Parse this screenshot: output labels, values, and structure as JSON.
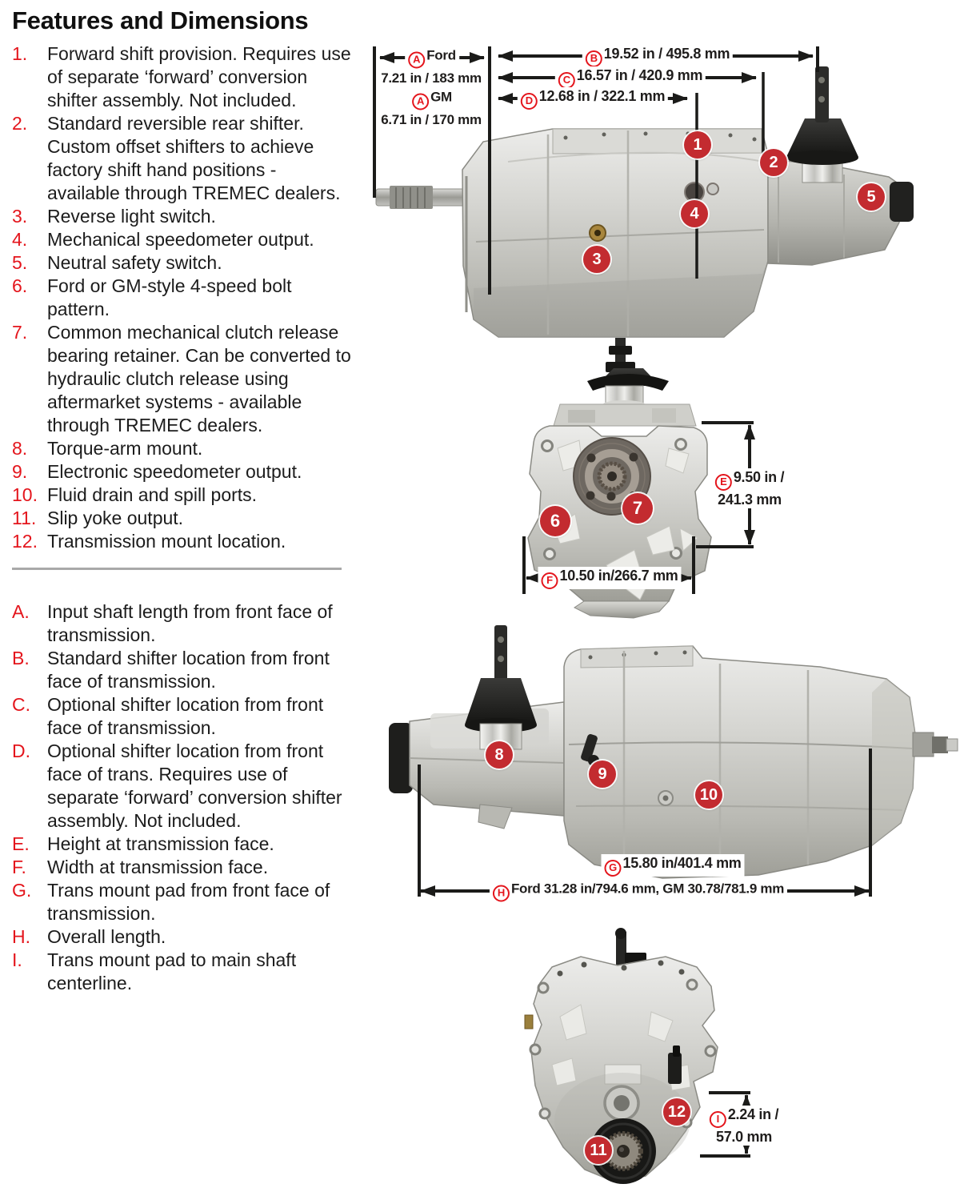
{
  "title": "Features and Dimensions",
  "colors": {
    "accent": "#e4151c",
    "callout": "#c32b30",
    "dimtext": "#1f1d1c"
  },
  "features": [
    {
      "n": "1.",
      "text": "Forward shift provision. Requires use of separate ‘forward’ conversion shifter assembly. Not included."
    },
    {
      "n": "2.",
      "text": "Standard reversible rear shifter. Custom offset shifters to achieve factory shift hand positions - available through TREMEC dealers."
    },
    {
      "n": "3.",
      "text": "Reverse light switch."
    },
    {
      "n": "4.",
      "text": "Mechanical speedometer output."
    },
    {
      "n": "5.",
      "text": "Neutral safety switch."
    },
    {
      "n": "6.",
      "text": "Ford or GM-style 4-speed bolt pattern."
    },
    {
      "n": "7.",
      "text": "Common mechanical clutch release bearing retainer. Can be converted to hydraulic clutch release using aftermarket systems - available through TREMEC dealers."
    },
    {
      "n": "8.",
      "text": "Torque-arm mount."
    },
    {
      "n": "9.",
      "text": "Electronic speedometer output."
    },
    {
      "n": "10.",
      "text": "Fluid drain and spill ports."
    },
    {
      "n": "11.",
      "text": "Slip yoke output."
    },
    {
      "n": "12.",
      "text": "Transmission mount location."
    }
  ],
  "dimensions_legend": [
    {
      "n": "A.",
      "text": "Input shaft length from front face of transmission."
    },
    {
      "n": "B.",
      "text": "Standard shifter location from front face of transmission."
    },
    {
      "n": "C.",
      "text": "Optional shifter location from front face of transmission."
    },
    {
      "n": "D.",
      "text": "Optional shifter location from front face of trans. Requires use of separate ‘forward’ conversion shifter assembly. Not included."
    },
    {
      "n": "E.",
      "text": "Height at transmission face."
    },
    {
      "n": "F.",
      "text": "Width at transmission face."
    },
    {
      "n": "G.",
      "text": "Trans mount pad from front face of transmission."
    },
    {
      "n": "H.",
      "text": "Overall length."
    },
    {
      "n": "I.",
      "text": "Trans mount pad to main shaft centerline."
    }
  ],
  "figures": {
    "side_view": {
      "callouts": [
        "1",
        "2",
        "3",
        "4",
        "5"
      ],
      "labels": {
        "a_ford": {
          "letter": "A",
          "text": "Ford"
        },
        "a_ford_value": "7.21 in / 183 mm",
        "a_gm": {
          "letter": "A",
          "text": "GM"
        },
        "a_gm_value": "6.71 in / 170 mm",
        "b": {
          "letter": "B",
          "text": "19.52 in / 495.8 mm"
        },
        "c": {
          "letter": "C",
          "text": "16.57 in / 420.9 mm"
        },
        "d": {
          "letter": "D",
          "text": "12.68 in / 322.1 mm"
        }
      }
    },
    "front_view": {
      "callouts": [
        "6",
        "7"
      ],
      "labels": {
        "e": {
          "letter": "E",
          "line1": "9.50 in /",
          "line2": "241.3 mm"
        },
        "f": {
          "letter": "F",
          "text": "10.50 in/266.7 mm"
        }
      }
    },
    "side_view_reverse": {
      "callouts": [
        "8",
        "9",
        "10"
      ],
      "labels": {
        "g": {
          "letter": "G",
          "text": "15.80 in/401.4 mm"
        },
        "h": {
          "letter": "H",
          "text": "Ford 31.28 in/794.6 mm, GM 30.78/781.9 mm"
        }
      }
    },
    "rear_view": {
      "callouts": [
        "11",
        "12"
      ],
      "labels": {
        "i": {
          "letter": "I",
          "line1": "2.24 in /",
          "line2": "57.0 mm"
        }
      }
    }
  }
}
